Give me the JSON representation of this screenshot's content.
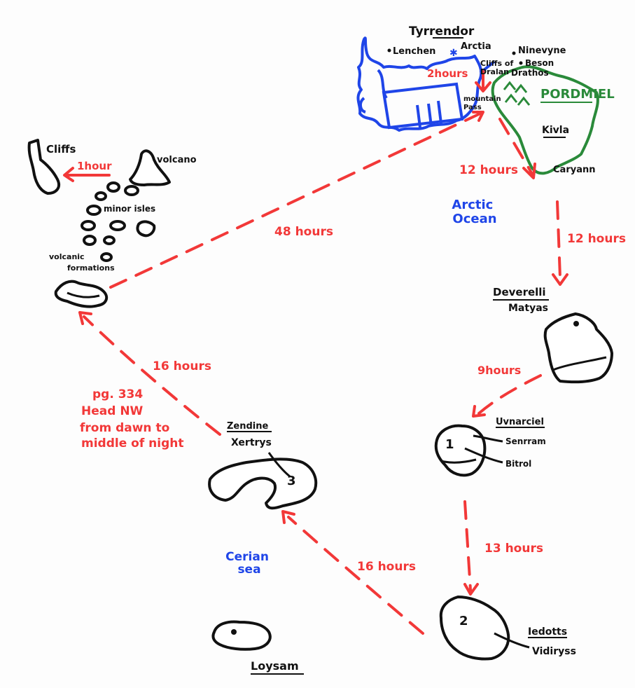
{
  "regions": {
    "tyrrendor": "Tyrrendor",
    "pordmiel": "PORDMIEL",
    "arctic_ocean": [
      "Arctic",
      "Ocean"
    ],
    "cerian_sea": [
      "Cerian",
      "sea"
    ]
  },
  "places": {
    "lenchen": "Lenchen",
    "arctia": "Arctia",
    "cliffs_of_dralan": [
      "Cliffs of",
      "Dralan"
    ],
    "mountain_pass": [
      "mountain",
      "Pass"
    ],
    "ninevyne": "Ninevyne",
    "beson": "Beson",
    "drathos": "Drathos",
    "kivla": "Kivla",
    "caryann": "Caryann",
    "cliffs": "Cliffs",
    "volcano": "volcano",
    "minor_isles": "minor isles",
    "volcanic_formations": [
      "volcanic",
      "formations"
    ],
    "deverelli": "Deverelli",
    "matyas": "Matyas",
    "uvnarciel": "Uvnarciel",
    "senrram": "Senrram",
    "bitrol": "Bitrol",
    "zendine": "Zendine",
    "xertrys": "Xertrys",
    "iedotts": "Iedotts",
    "vidiryss": "Vidiryss",
    "loysam": "Loysam"
  },
  "island_numbers": {
    "one": "1",
    "two": "2",
    "three": "3"
  },
  "travel_times": {
    "arctia_to_pass": "2hours",
    "pass_to_caryann": "12 hours",
    "caryann_to_deverelli": "12 hours",
    "deverelli_to_uvnarciel": "9hours",
    "uvnarciel_to_iedotts": "13 hours",
    "iedotts_to_zendine": "16 hours",
    "zendine_to_volcanic": "16 hours",
    "volcanic_to_tyrrendor": "48 hours",
    "to_cliffs": "1hour"
  },
  "note": [
    "pg. 334",
    "Head NW",
    "from dawn to",
    "middle of night"
  ],
  "colors": {
    "route": "#f23838",
    "ink": "#111111",
    "water": "#1f45e8",
    "land": "#2a8a3a"
  }
}
